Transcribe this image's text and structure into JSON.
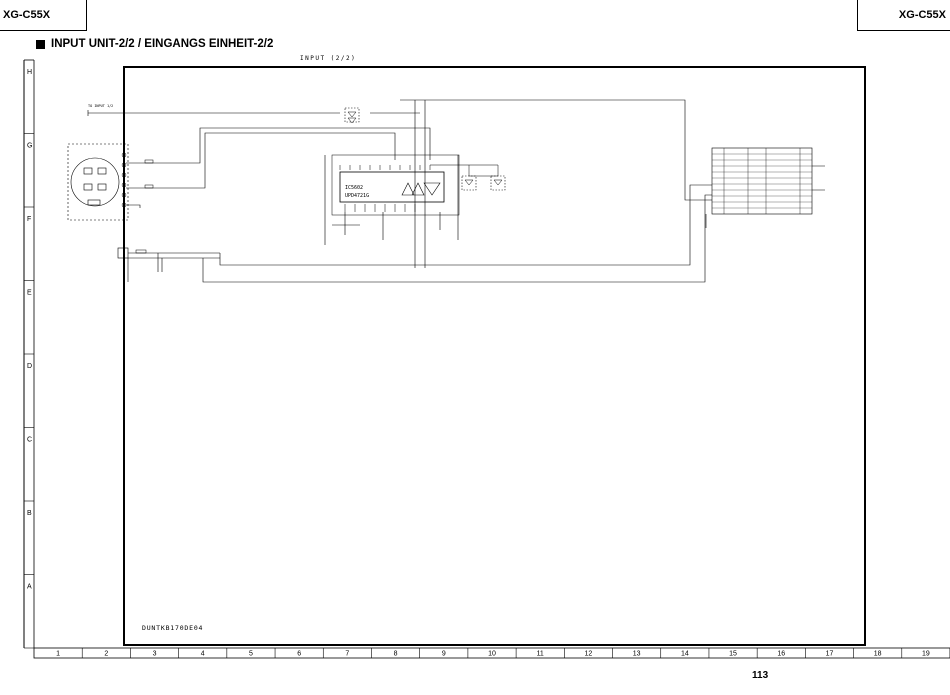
{
  "header": {
    "model_left": "XG-C55X",
    "model_right": "XG-C55X",
    "title": "INPUT UNIT-2/2 / EINGANGS EINHEIT-2/2"
  },
  "diagram": {
    "sheet_label": "INPUT (2/2)",
    "drawing_code": "DUNTKB170DE04",
    "ic_name": "IC5602",
    "ic_part": "UPD4721G",
    "to_input_label": "TO INPUT 1/2",
    "row_labels": [
      "H",
      "G",
      "F",
      "E",
      "D",
      "C",
      "B",
      "A"
    ],
    "column_labels": [
      "1",
      "2",
      "3",
      "4",
      "5",
      "6",
      "7",
      "8",
      "9",
      "10",
      "11",
      "12",
      "13",
      "14",
      "15",
      "16",
      "17",
      "18",
      "19"
    ],
    "page_number": "113"
  }
}
